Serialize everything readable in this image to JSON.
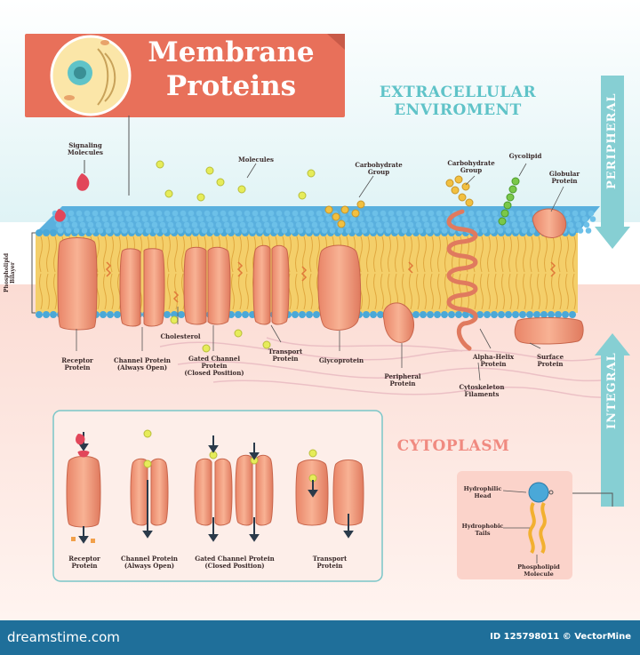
{
  "title": "Membrane Proteins",
  "title_line1": "Membrane",
  "title_line2": "Proteins",
  "regions": {
    "extracellular_line1": "EXTRACELLULAR",
    "extracellular_line2": "ENVIROMENT",
    "cytoplasm": "CYTOPLASM",
    "peripheral": "PERIPHERAL",
    "integral": "INTEGRAL"
  },
  "labels": {
    "signaling_molecules": [
      "Signaling",
      "Molecules"
    ],
    "molecules": "Molecules",
    "carbohydrate_group_1": [
      "Carbohydrate",
      "Group"
    ],
    "carbohydrate_group_2": [
      "Carbohydrate",
      "Group"
    ],
    "gycolipid": "Gycolipid",
    "globular_protein": [
      "Globular",
      "Protein"
    ],
    "phospholipid_bilayer": [
      "Phospholipid",
      "Bilayer"
    ],
    "receptor_protein": [
      "Receptor",
      "Protein"
    ],
    "channel_protein": [
      "Channel Protein",
      "(Always Open)"
    ],
    "cholesterol": "Cholesterol",
    "gated_channel_protein": [
      "Gated Channel",
      "Protein",
      "(Closed Position)"
    ],
    "transport_protein": [
      "Transport",
      "Protein"
    ],
    "glycoprotein": "Glycoprotein",
    "peripheral_protein": [
      "Peripheral",
      "Protein"
    ],
    "alpha_helix_protein": [
      "Alpha-Helix",
      "Protein"
    ],
    "surface_protein": [
      "Surface",
      "Protein"
    ],
    "cytoskeleton_filaments": [
      "Cytoskeleton",
      "Filaments"
    ]
  },
  "inset_labels": {
    "receptor_protein": [
      "Receptor",
      "Protein"
    ],
    "channel_protein": [
      "Channel Protein",
      "(Always Open)"
    ],
    "gated_channel_protein": [
      "Gated Channel Protein",
      "(Closed Position)"
    ],
    "transport_protein": [
      "Transport",
      "Protein"
    ]
  },
  "phospholipid_labels": {
    "hydrophilic_head": [
      "Hydrophilic",
      "Head"
    ],
    "hydrophobic_tails": [
      "Hydrophobic",
      "Tails"
    ],
    "phospholipid_molecule": [
      "Phospholipid",
      "Molecule"
    ]
  },
  "footer": {
    "brand": "dreamstime.com",
    "id_text": "ID 125798011 © VectorMine"
  },
  "colors": {
    "protein": "#f4a07e",
    "protein_dark": "#d9735a",
    "head": "#4aa8d8",
    "tails": "#f2c04a",
    "molecule": "#e6ec5a",
    "title_banner": "#e8705a",
    "teal_text": "#5fc3c8",
    "cytoplasm": "#fbe3dc",
    "extracellular": "#e8f6f7",
    "footer": "#1f6f9a"
  }
}
